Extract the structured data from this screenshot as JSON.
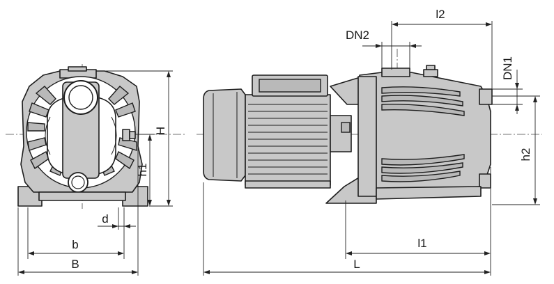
{
  "labels": {
    "H": "H",
    "h1": "h1",
    "d": "d",
    "b": "b",
    "B": "B",
    "DN2": "DN2",
    "l2": "l2",
    "DN1": "DN1",
    "h2": "h2",
    "l1": "l1",
    "L": "L"
  },
  "colors": {
    "line": "#1d1d1d",
    "fill": "#c8c8c8",
    "background": "#ffffff"
  }
}
